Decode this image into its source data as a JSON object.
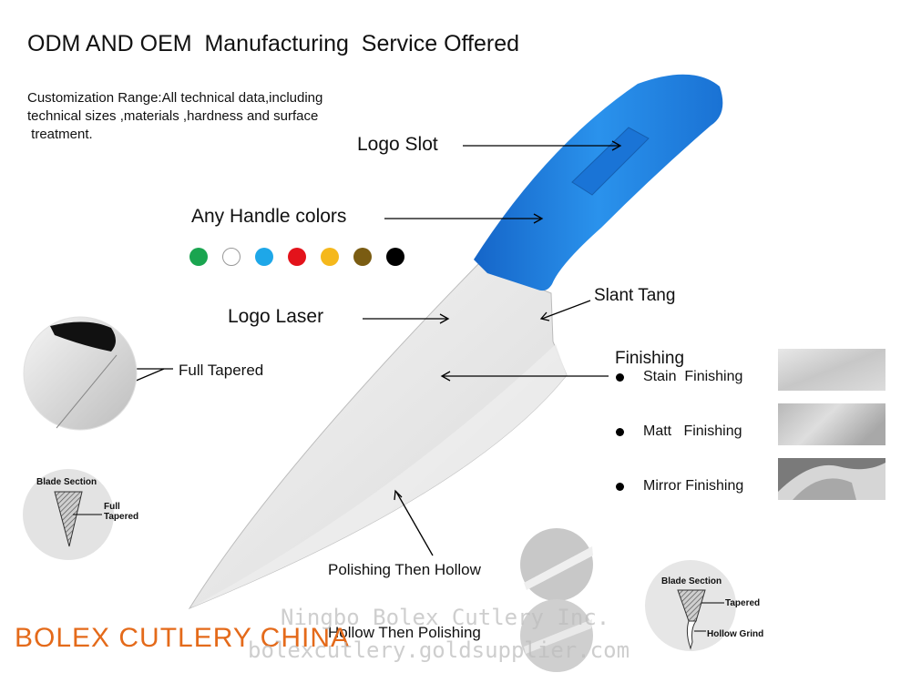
{
  "header": {
    "title": "ODM AND OEM  Manufacturing  Service Offered",
    "intro_lines": [
      "Customization Range:All technical data,including",
      "technical sizes ,materials ,hardness and surface",
      " treatment."
    ]
  },
  "callouts": {
    "logo_slot": "Logo Slot",
    "handle_colors": "Any Handle colors",
    "logo_laser": "Logo Laser",
    "slant_tang": "Slant Tang",
    "full_tapered": "Full Tapered",
    "polishing_then_hollow": "Polishing Then Hollow",
    "hollow_then_polishing": "Hollow Then Polishing"
  },
  "handle_swatches": [
    "#1aa550",
    "#ffffff",
    "#1ea7e8",
    "#e3131b",
    "#f5b81c",
    "#7a5c12",
    "#000000"
  ],
  "finishing": {
    "title": "Finishing",
    "items": [
      "Stain  Finishing",
      "Matt   Finishing",
      "Mirror Finishing"
    ]
  },
  "blade_section_left": {
    "title": "Blade Section",
    "label_line1": "Full",
    "label_line2": "Tapered"
  },
  "blade_section_right": {
    "title": "Blade Section",
    "label_top": "Tapered",
    "label_bottom": "Hollow Grind"
  },
  "brand": "BOLEX CUTLERY CHINA",
  "watermark": {
    "line1": "Ningbo Bolex Cutlery Inc.",
    "line2": "bolexcutlery.goldsupplier.com"
  },
  "colors": {
    "handle": "#1f86e0",
    "brand": "#e46a1a"
  }
}
